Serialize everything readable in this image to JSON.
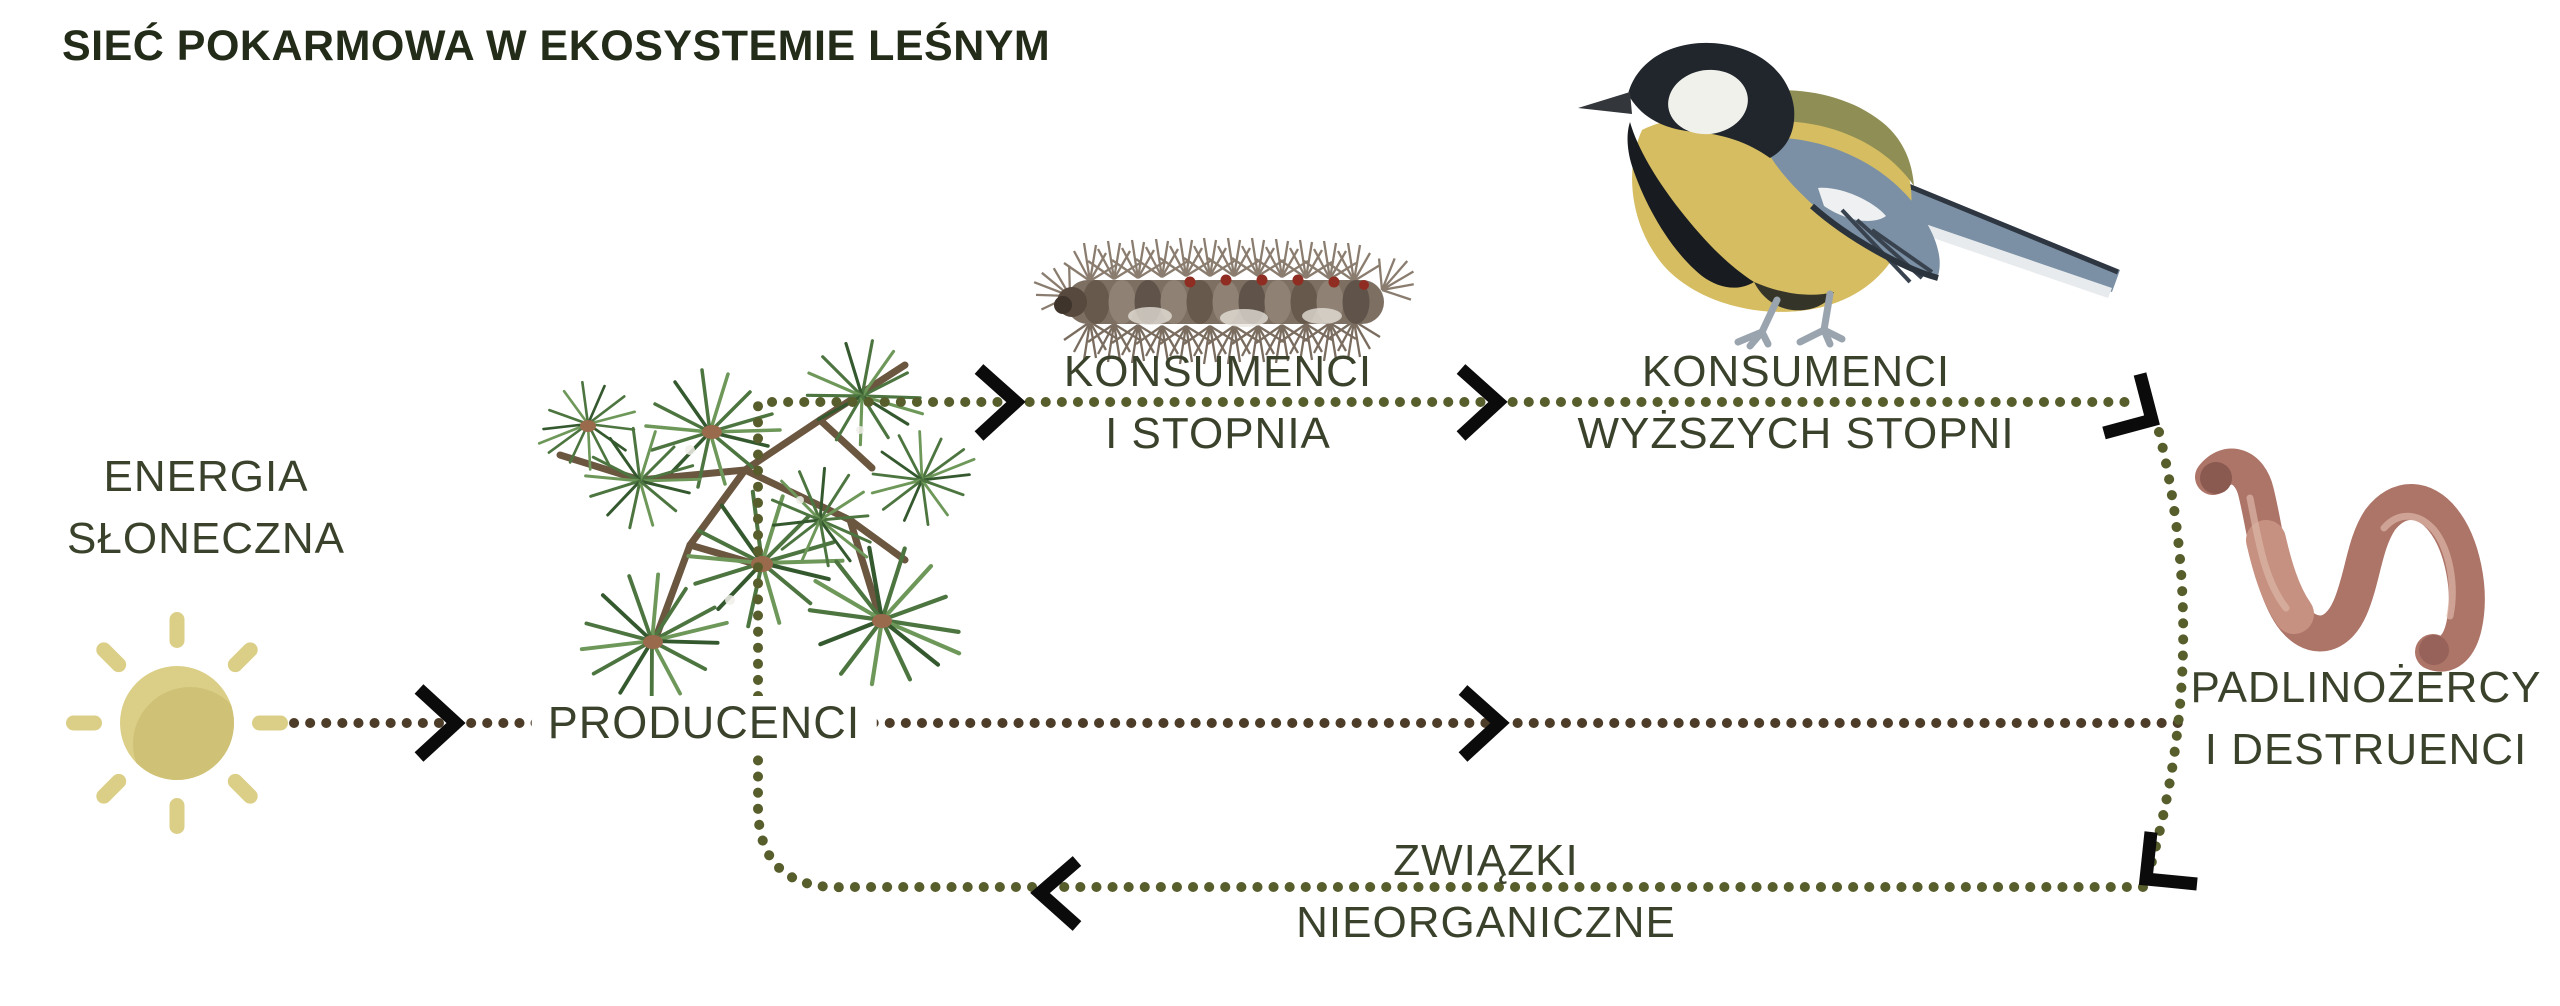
{
  "title": "SIEĆ POKARMOWA W EKOSYSTEMIE LEŚNYM",
  "nodes": {
    "energia_sloneczna": {
      "line1": "ENERGIA",
      "line2": "SŁONECZNA",
      "icon": "sun-icon"
    },
    "producenci": {
      "label": "PRODUCENCI",
      "icon": "pine-branch-image"
    },
    "konsumenci_i_stopnia": {
      "line1": "KONSUMENCI",
      "line2": "I STOPNIA",
      "icon": "caterpillar-image"
    },
    "konsumenci_wyzszych_stopni": {
      "line1": "KONSUMENCI",
      "line2": "WYŻSZYCH STOPNI",
      "icon": "great-tit-image"
    },
    "padlinozercy_i_destruenci": {
      "line1": "PADLINOŻERCY",
      "line2": "I DESTRUENCI",
      "icon": "earthworm-image"
    },
    "zwiazki_nieorganiczne": {
      "line1": "ZWIĄZKI",
      "line2": "NIEORGANICZNE"
    }
  },
  "edges": [
    {
      "from": "energia_sloneczna",
      "to": "producenci",
      "style": "dotted-brown-arrow"
    },
    {
      "from": "producenci",
      "to": "konsumenci_i_stopnia",
      "style": "dotted-olive-arrow"
    },
    {
      "from": "konsumenci_i_stopnia",
      "to": "konsumenci_wyzszych_stopni",
      "style": "dotted-olive-arrow"
    },
    {
      "from": "konsumenci_wyzszych_stopni",
      "to": "padlinozercy_i_destruenci",
      "style": "dotted-olive-corner-arrow"
    },
    {
      "from": "producenci",
      "to": "padlinozercy_i_destruenci",
      "style": "dotted-brown-arrow"
    },
    {
      "from": "padlinozercy_i_destruenci",
      "to": "producenci",
      "via": "zwiazki_nieorganiczne",
      "style": "dotted-olive-return-arrow"
    }
  ],
  "colors": {
    "background": "#ffffff",
    "title_text": "#232b19",
    "label_text": "#3b422c",
    "dotted_olive": "#585d2c",
    "dotted_brown": "#4c3c28",
    "arrow_black": "#0b0b0b",
    "sun_yellow": "#dbcf87",
    "sun_shade": "#cfc276",
    "bird_breast_yellow": "#d6bd62",
    "bird_wing_blue": "#7b90a4",
    "worm_pink": "#ad7468",
    "needle_green": "#4d7540"
  }
}
